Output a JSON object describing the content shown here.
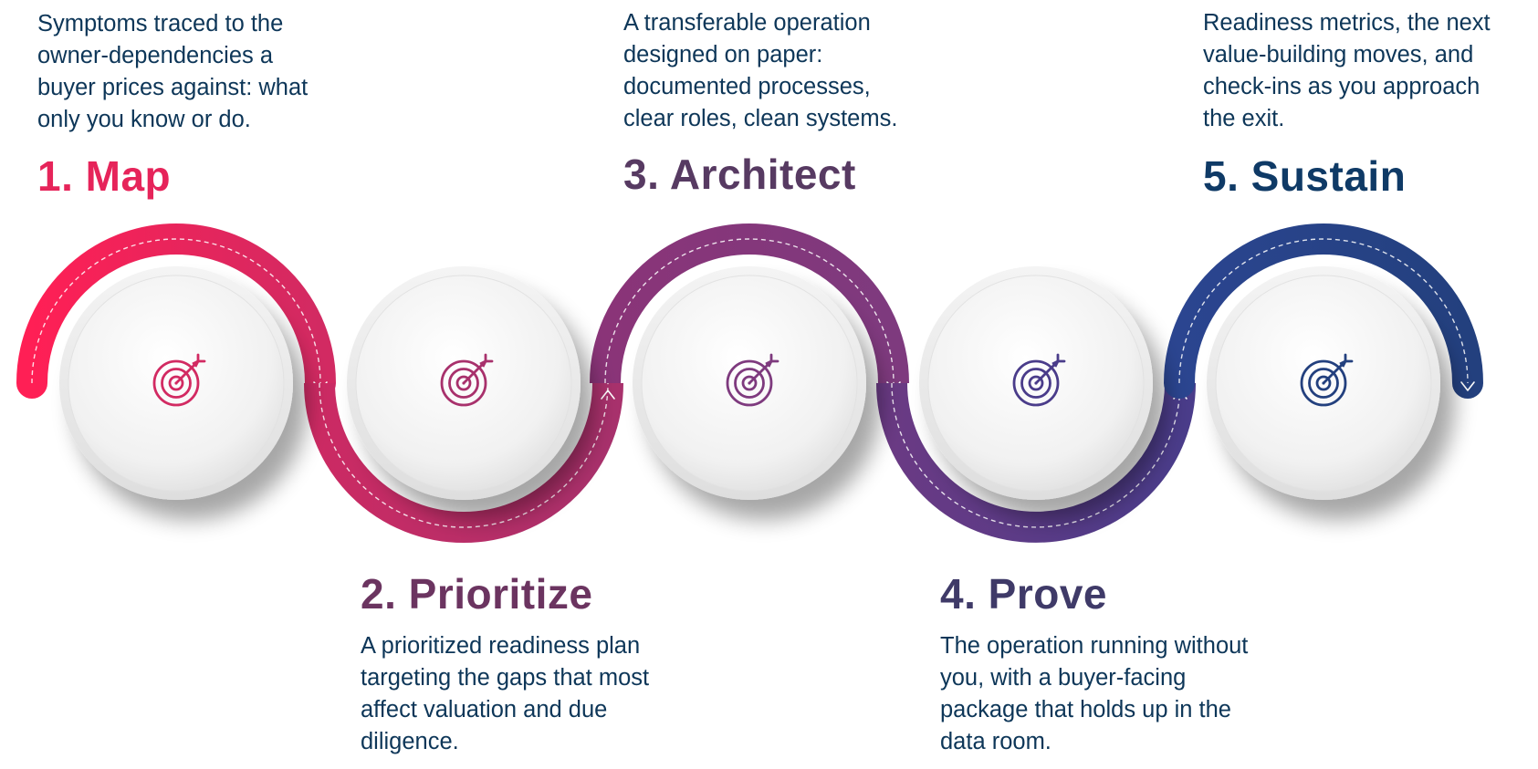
{
  "steps": [
    {
      "title": "1. Map",
      "description": "Symptoms traced to the\nowner-dependencies a\nbuyer prices against: what\nonly you know or do.",
      "color": "#e6245a",
      "arc_start": "#ff1f55",
      "arc_end": "#d22a62",
      "icon": "target-icon"
    },
    {
      "title": "2. Prioritize",
      "description": "A prioritized readiness plan\ntargeting the gaps that most\naffect valuation and due\ndiligence.",
      "color": "#6b3460",
      "arc_start": "#cc2a63",
      "arc_end": "#a8316c",
      "icon": "target-icon"
    },
    {
      "title": "3. Architect",
      "description": "A transferable operation\ndesigned on paper:\ndocumented processes,\nclear roles, clean systems.",
      "color": "#573a62",
      "arc_start": "#8a3478",
      "arc_end": "#7e3a7e",
      "icon": "target-icon"
    },
    {
      "title": "4. Prove",
      "description": "The operation running without\nyou, with a buyer-facing\npackage that holds up in the\ndata room.",
      "color": "#3f3a68",
      "arc_start": "#6a3a84",
      "arc_end": "#4a3c8a",
      "icon": "target-icon"
    },
    {
      "title": "5. Sustain",
      "description": "Readiness metrics, the next\nvalue-building moves, and\ncheck-ins as you approach\nthe exit.",
      "color": "#0f3a66",
      "arc_start": "#2b4590",
      "arc_end": "#23407e",
      "icon": "target-icon"
    }
  ]
}
